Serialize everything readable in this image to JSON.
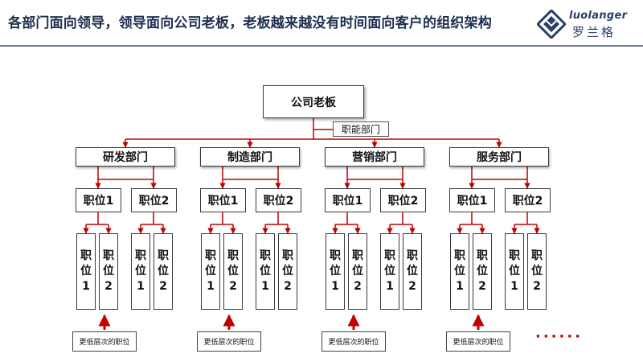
{
  "header": {
    "title": "各部门面向领导，领导面向公司老板，老板越来越没有时间面向客户的组织架构"
  },
  "logo": {
    "wordmark": "luolanger",
    "chinese": "罗兰格"
  },
  "org": {
    "boss": "公司老板",
    "functional": "职能部门",
    "departments": [
      {
        "name": "研发部门",
        "positions": [
          "职位1",
          "职位2"
        ],
        "subs": [
          [
            "职",
            "位",
            "1"
          ],
          [
            "职",
            "位",
            "2"
          ],
          [
            "职",
            "位",
            "1"
          ],
          [
            "职",
            "位",
            "2"
          ]
        ],
        "lower": "更低层次的职位"
      },
      {
        "name": "制造部门",
        "positions": [
          "职位1",
          "职位2"
        ],
        "subs": [
          [
            "职",
            "位",
            "1"
          ],
          [
            "职",
            "位",
            "2"
          ],
          [
            "职",
            "位",
            "1"
          ],
          [
            "职",
            "位",
            "2"
          ]
        ],
        "lower": "更低层次的职位"
      },
      {
        "name": "营销部门",
        "positions": [
          "职位1",
          "职位2"
        ],
        "subs": [
          [
            "职",
            "位",
            "1"
          ],
          [
            "职",
            "位",
            "2"
          ],
          [
            "职",
            "位",
            "1"
          ],
          [
            "职",
            "位",
            "2"
          ]
        ],
        "lower": "更低层次的职位"
      },
      {
        "name": "服务部门",
        "positions": [
          "职位1",
          "职位2"
        ],
        "subs": [
          [
            "职",
            "位",
            "1"
          ],
          [
            "职",
            "位",
            "2"
          ],
          [
            "职",
            "位",
            "1"
          ],
          [
            "职",
            "位",
            "2"
          ]
        ],
        "lower": "更低层次的职位"
      }
    ],
    "ellipsis": "······"
  },
  "colors": {
    "connector": "#c00000",
    "title": "#1f2f4f",
    "brand": "#2a3f66"
  }
}
